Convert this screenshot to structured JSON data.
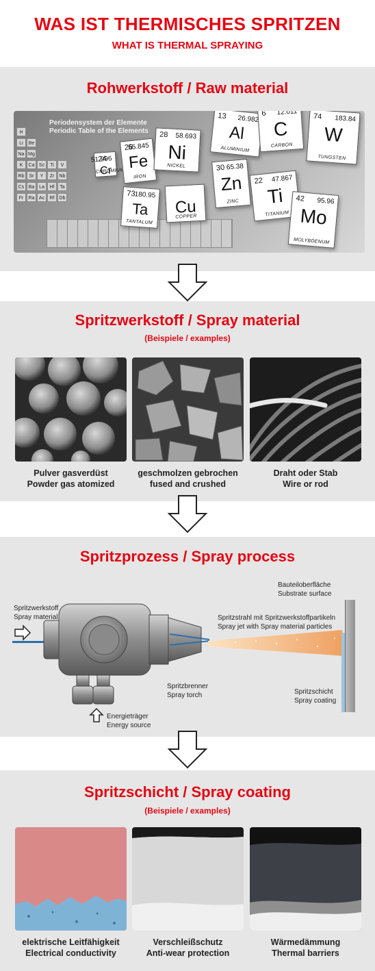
{
  "header": {
    "title": "WAS IST THERMISCHES SPRITZEN",
    "subtitle": "WHAT IS THERMAL SPRAYING"
  },
  "raw_material": {
    "title": "Rohwerkstoff / Raw material",
    "table_heading_de": "Periodensystem der Elemente",
    "table_heading_en": "Periodic Table of the Elements",
    "mini_cells": [
      "H",
      "Li",
      "Be",
      "Na",
      "Mg",
      "K",
      "Ca",
      "Sc",
      "Ti",
      "V",
      "Rb",
      "Sr",
      "Y",
      "Zr",
      "Nb",
      "Cs",
      "Ba",
      "La",
      "Hf",
      "Ta",
      "Fr",
      "Ra",
      "Ac",
      "Rf",
      "Db"
    ],
    "elements": [
      {
        "number": "24",
        "mass": "51.996",
        "symbol": "Cr",
        "name": "CHROMIUM"
      },
      {
        "number": "26",
        "mass": "55.845",
        "symbol": "Fe",
        "name": "IRON"
      },
      {
        "number": "28",
        "mass": "58.693",
        "symbol": "Ni",
        "name": "NICKEL"
      },
      {
        "number": "13",
        "mass": "26.982",
        "symbol": "Al",
        "name": "ALUMINIUM"
      },
      {
        "number": "6",
        "mass": "12.011",
        "symbol": "C",
        "name": "CARBON"
      },
      {
        "number": "74",
        "mass": "183.84",
        "symbol": "W",
        "name": "TUNGSTEN"
      },
      {
        "number": "73",
        "mass": "180.95",
        "symbol": "Ta",
        "name": "TANTALUM"
      },
      {
        "number": "",
        "mass": "",
        "symbol": "Cu",
        "name": "COPPER"
      },
      {
        "number": "30",
        "mass": "65.38",
        "symbol": "Zn",
        "name": "ZINC"
      },
      {
        "number": "22",
        "mass": "47.867",
        "symbol": "Ti",
        "name": "TITANIUM"
      },
      {
        "number": "42",
        "mass": "95.96",
        "symbol": "Mo",
        "name": "MOLYBDENUM"
      }
    ]
  },
  "spray_material": {
    "title": "Spritzwerkstoff / Spray material",
    "subtitle": "(Beispiele / examples)",
    "items": [
      {
        "de": "Pulver gasverdüst",
        "en": "Powder gas atomized"
      },
      {
        "de": "geschmolzen gebrochen",
        "en": "fused and crushed"
      },
      {
        "de": "Draht oder Stab",
        "en": "Wire or rod"
      }
    ]
  },
  "spray_process": {
    "title": "Spritzprozess / Spray process",
    "labels": {
      "material_de": "Spritzwerkstoff",
      "material_en": "Spray material",
      "substrate_de": "Bauteiloberfläche",
      "substrate_en": "Substrate surface",
      "jet_de": "Spritzstrahl mit Spritzwerkstoffpartikeln",
      "jet_en": "Spray jet with Spray material particles",
      "torch_de": "Spritzbrenner",
      "torch_en": "Spray torch",
      "coating_de": "Spritzschicht",
      "coating_en": "Spray coating",
      "energy_de": "Energieträger",
      "energy_en": "Energy source"
    }
  },
  "spray_coating": {
    "title": "Spritzschicht / Spray coating",
    "subtitle": "(Beispiele / examples)",
    "items": [
      {
        "de": "elektrische Leitfähigkeit",
        "en": "Electrical conductivity"
      },
      {
        "de": "Verschleißschutz",
        "en": "Anti-wear protection"
      },
      {
        "de": "Wärmedämmung",
        "en": "Thermal barriers"
      }
    ]
  },
  "colors": {
    "accent": "#e30613",
    "band": "#e6e6e6",
    "jet": "#f2a35c",
    "coating_pink": "#d98a88",
    "coating_blue": "#7fb3d6"
  }
}
